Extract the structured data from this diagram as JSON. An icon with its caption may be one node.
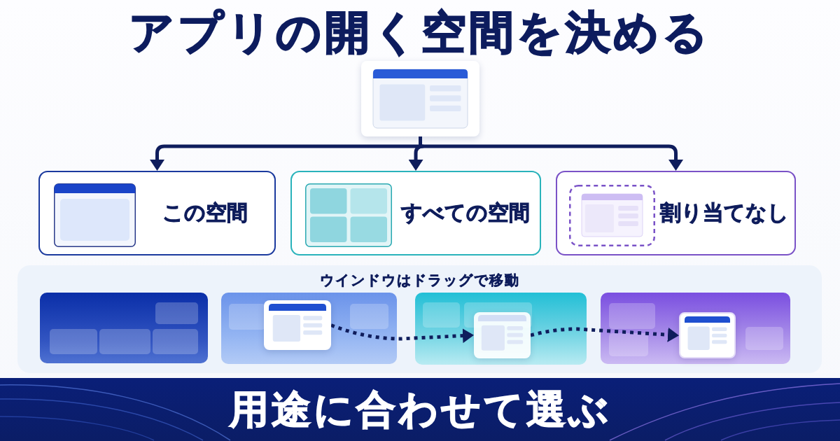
{
  "diagram": {
    "title": "アプリの開く空間を決める",
    "caption": "用途に合わせて選ぶ",
    "nodes": [
      {
        "text": [],
        "shape": "picture"
      },
      {
        "text": [
          "この空間"
        ]
      },
      {
        "text": [
          "すべての空間"
        ]
      },
      {
        "text": [
          "割り当てなし"
        ]
      },
      {
        "text": [
          "ウインドウはドラッグで移動"
        ]
      },
      {
        "text": [],
        "shape": "picture",
        "in": 4
      },
      {
        "text": [],
        "shape": "picture",
        "in": 4
      },
      {
        "text": [],
        "shape": "picture",
        "in": 4
      }
    ],
    "edges": [
      {
        "from": 0,
        "to": 1,
        "arrow": "to"
      },
      {
        "from": 0,
        "to": 2,
        "arrow": "to"
      },
      {
        "from": 0,
        "to": 3,
        "arrow": "to"
      },
      {
        "from": 5,
        "to": 6,
        "arrow": "to",
        "style": "dashed"
      },
      {
        "from": 6,
        "to": 7,
        "arrow": "to",
        "style": "dashed"
      }
    ]
  }
}
